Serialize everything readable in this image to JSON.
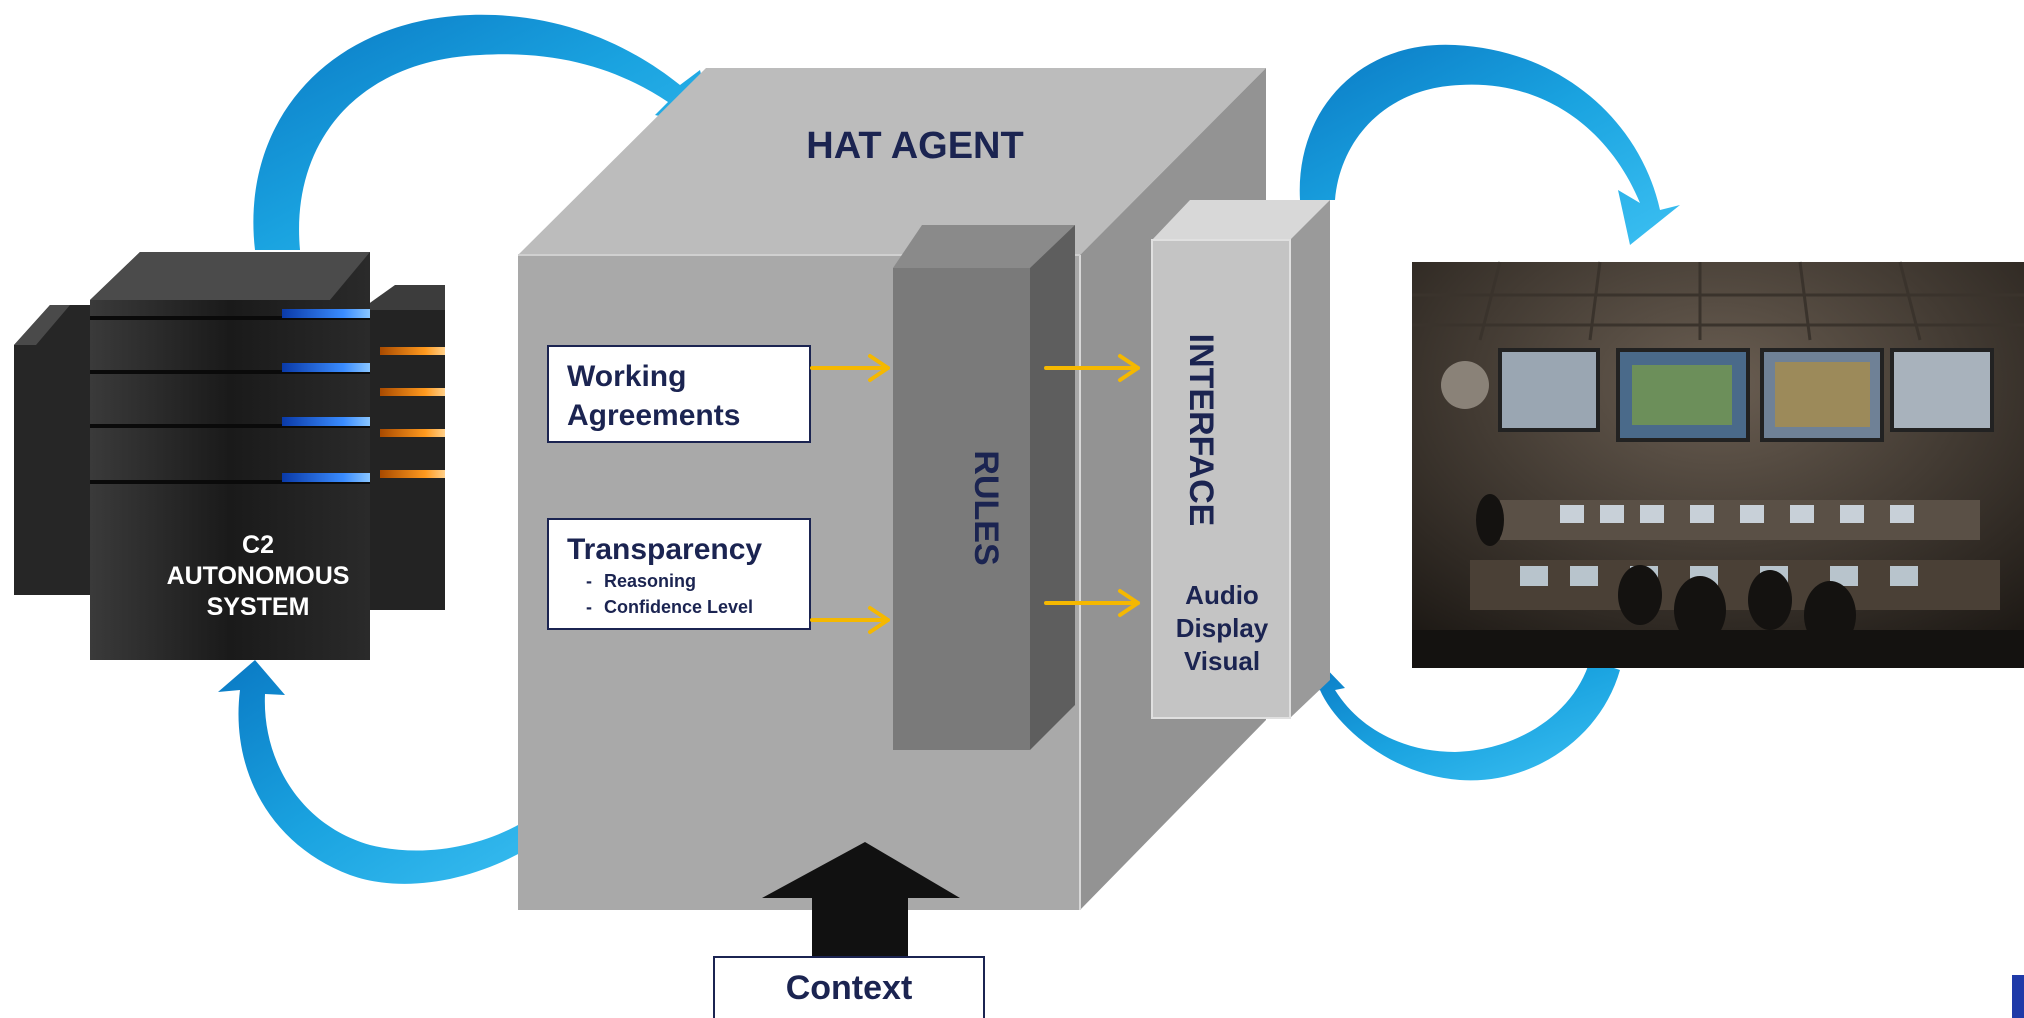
{
  "title": "HAT AGENT",
  "rules_label": "RULES",
  "interface": {
    "label": "INTERFACE",
    "modes": [
      "Audio",
      "Display",
      "Visual"
    ]
  },
  "working_agreements": {
    "line1": "Working",
    "line2": "Agreements"
  },
  "transparency": {
    "title": "Transparency",
    "items": [
      "Reasoning",
      "Confidence Level"
    ]
  },
  "context_label": "Context",
  "server": {
    "label_lines": [
      "C2",
      "AUTONOMOUS",
      "SYSTEM"
    ]
  },
  "photo": {
    "description": "operations-control-room-photo"
  },
  "colors": {
    "cube_front": "#a9a9a9",
    "cube_top": "#bcbcbc",
    "cube_side": "#939393",
    "rules_front": "#7a7a7a",
    "interface_front": "#c4c4c4",
    "blue_arrow": "#1aa3e0",
    "yellow_arrow": "#f5b800",
    "navy_text": "#1b2451",
    "server_body": "#1b1b1b",
    "server_light_blue": "#2f7bff",
    "server_light_orange": "#ff9a1f"
  }
}
